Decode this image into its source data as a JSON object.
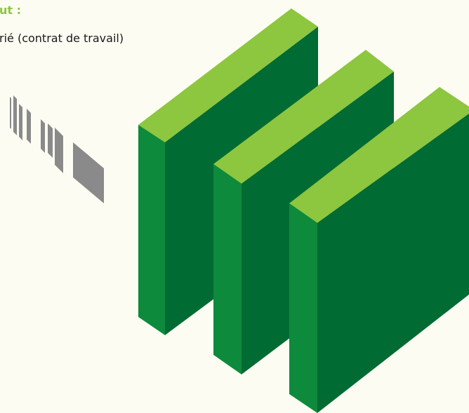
{
  "heading": "ut :",
  "subtext": "rié (contrat de travail)",
  "colors": {
    "background": "#fdfcf3",
    "accent_text": "#8cc63f",
    "body_text": "#1a1a1a",
    "block_top": "#8dc63f",
    "block_front": "#0d8a3c",
    "block_side": "#006b32",
    "bars": "#8a8a8a"
  },
  "illustration": {
    "blocks": "three-green-panels",
    "bars": "grey-speed-lines"
  }
}
